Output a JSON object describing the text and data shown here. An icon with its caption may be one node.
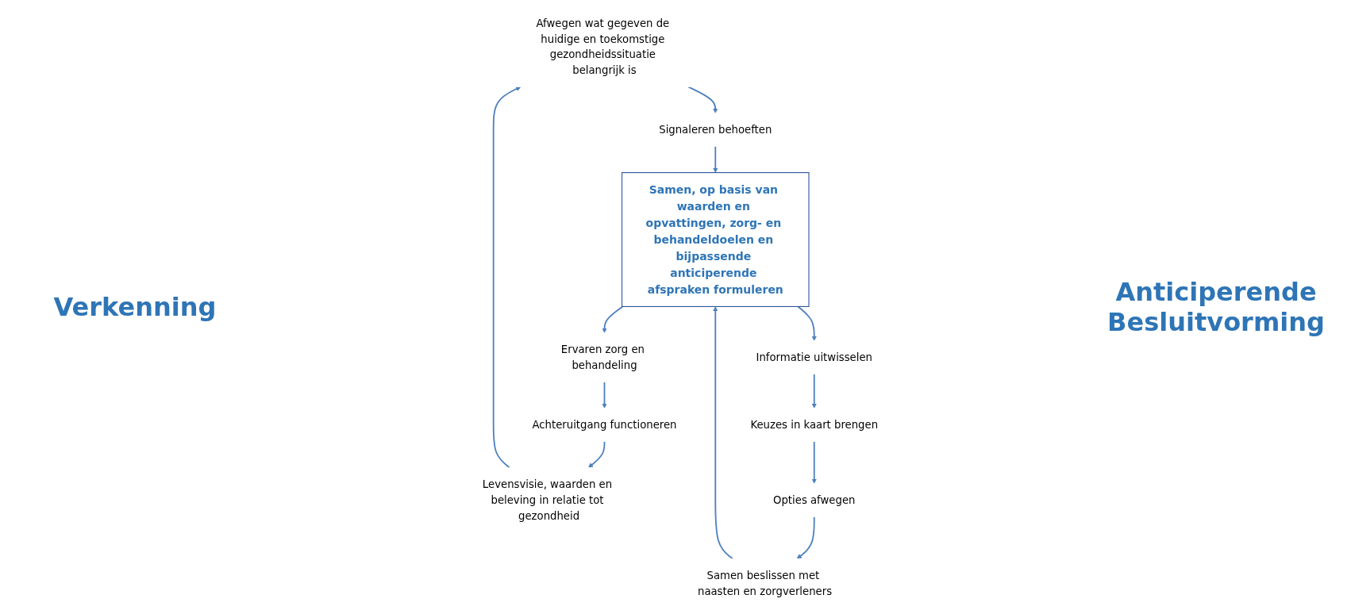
{
  "diagram": {
    "nodes": [
      {
        "text": [
          "Afwegen wat gegeven de huidige en toekomstige gezondheidssituatie belangrijk is"
        ]
      },
      {
        "text": [
          "Signaleren behoeften"
        ]
      },
      {
        "text": [
          "Samen beslissen met naasten en zorgverleners"
        ]
      },
      {
        "text": [
          "Samen, op basis van waarden en opvattingen, zorg- en behandeldoelen en bijpassende anticiperende afspraken formuleren"
        ]
      },
      {
        "text": [
          "Levensvisie, waarden en beleving in relatie tot gezondheid"
        ]
      },
      {
        "text": [
          "Opties afwegen"
        ]
      },
      {
        "text": [
          "Ervaren zorg en behandeling"
        ]
      },
      {
        "text": [
          "Informatie uitwisselen"
        ]
      },
      {
        "text": [
          "Keuzes in kaart brengen"
        ]
      },
      {
        "text": [
          "Achteruitgang functioneren"
        ]
      }
    ],
    "edges": [
      {
        "from": 0,
        "to": 1,
        "arrow": "to"
      },
      {
        "from": 1,
        "to": 3,
        "arrow": "to"
      },
      {
        "from": 2,
        "to": 3,
        "arrow": "to"
      },
      {
        "from": 5,
        "to": 2,
        "arrow": "to"
      },
      {
        "from": 8,
        "to": 5,
        "arrow": "to"
      },
      {
        "from": 7,
        "to": 8,
        "arrow": "to"
      },
      {
        "from": 3,
        "to": 6,
        "arrow": "to"
      },
      {
        "from": 3,
        "to": 7,
        "arrow": "to"
      },
      {
        "from": 6,
        "to": 9,
        "arrow": "to"
      },
      {
        "from": 9,
        "to": 4,
        "arrow": "to"
      },
      {
        "from": 4,
        "to": 0,
        "arrow": "to"
      }
    ],
    "labels": [
      "Verkenning",
      "Anticiperende Besluitvorming"
    ]
  }
}
